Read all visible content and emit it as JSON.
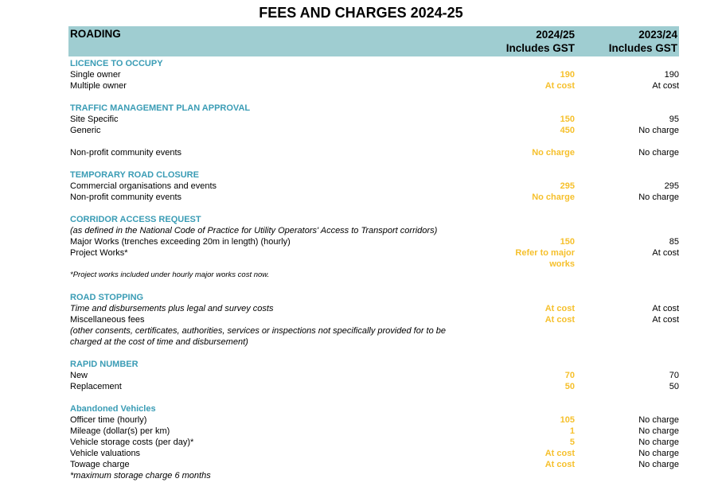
{
  "title": "FEES AND CHARGES 2024-25",
  "header": {
    "label": "ROADING",
    "col_current": [
      "2024/25",
      "Includes GST"
    ],
    "col_previous": [
      "2023/24",
      "Includes GST"
    ]
  },
  "rows": [
    {
      "kind": "section",
      "label": "LICENCE TO OCCUPY"
    },
    {
      "kind": "item",
      "label": "Single owner",
      "cur": "190",
      "prev": "190"
    },
    {
      "kind": "item",
      "label": "Multiple owner",
      "cur": "At cost",
      "prev": "At cost"
    },
    {
      "kind": "gap"
    },
    {
      "kind": "section",
      "label": "TRAFFIC MANAGEMENT PLAN APPROVAL"
    },
    {
      "kind": "item",
      "label": "Site Specific",
      "cur": "150",
      "prev": "95"
    },
    {
      "kind": "item",
      "label": "Generic",
      "cur": "450",
      "prev": "No charge"
    },
    {
      "kind": "gap"
    },
    {
      "kind": "item",
      "label": "Non-profit community events",
      "cur": "No charge",
      "prev": "No charge"
    },
    {
      "kind": "gap"
    },
    {
      "kind": "section",
      "label": "TEMPORARY ROAD CLOSURE"
    },
    {
      "kind": "item",
      "label": "Commercial organisations and events",
      "cur": "295",
      "prev": "295"
    },
    {
      "kind": "item",
      "label": "Non-profit community events",
      "cur": "No charge",
      "prev": "No charge"
    },
    {
      "kind": "gap"
    },
    {
      "kind": "section",
      "label": "CORRIDOR ACCESS REQUEST"
    },
    {
      "kind": "italic",
      "label": "(as defined in the National Code of Practice for Utility Operators' Access to Transport corridors)"
    },
    {
      "kind": "item",
      "label": "Major Works (trenches exceeding 20m in length) (hourly)",
      "cur": "150",
      "prev": "85"
    },
    {
      "kind": "item",
      "label": "Project Works*",
      "cur": "Refer to major",
      "prev": "At cost"
    },
    {
      "kind": "item",
      "label": "",
      "cur": "works",
      "prev": ""
    },
    {
      "kind": "small",
      "label": "*Project works included under hourly major works cost now."
    },
    {
      "kind": "gap"
    },
    {
      "kind": "section",
      "label": "ROAD STOPPING"
    },
    {
      "kind": "italic",
      "label": "Time and disbursements plus legal and survey costs",
      "cur": "At cost",
      "prev": "At cost"
    },
    {
      "kind": "item",
      "label": "Miscellaneous fees",
      "cur": "At cost",
      "prev": "At cost"
    },
    {
      "kind": "italic",
      "label": "(other consents, certificates, authorities, services or inspections not specifically provided for to be"
    },
    {
      "kind": "italic",
      "label": "charged at the cost of time and disbursement)"
    },
    {
      "kind": "gap"
    },
    {
      "kind": "section",
      "label": "RAPID NUMBER"
    },
    {
      "kind": "item",
      "label": "New",
      "cur": "70",
      "prev": "70"
    },
    {
      "kind": "item",
      "label": "Replacement",
      "cur": "50",
      "prev": "50"
    },
    {
      "kind": "gap"
    },
    {
      "kind": "section",
      "label": "Abandoned Vehicles"
    },
    {
      "kind": "item",
      "label": "Officer time (hourly)",
      "cur": "105",
      "prev": "No charge"
    },
    {
      "kind": "item",
      "label": "Mileage (dollar(s) per km)",
      "cur": "1",
      "prev": "No charge"
    },
    {
      "kind": "item",
      "label": "Vehicle storage costs (per day)*",
      "cur": "5",
      "prev": "No charge"
    },
    {
      "kind": "item",
      "label": "Vehicle valuations",
      "cur": "At cost",
      "prev": "No charge"
    },
    {
      "kind": "item",
      "label": "Towage charge",
      "cur": "At cost",
      "prev": "No charge"
    },
    {
      "kind": "italic",
      "label": "*maximum storage charge 6 months"
    }
  ]
}
